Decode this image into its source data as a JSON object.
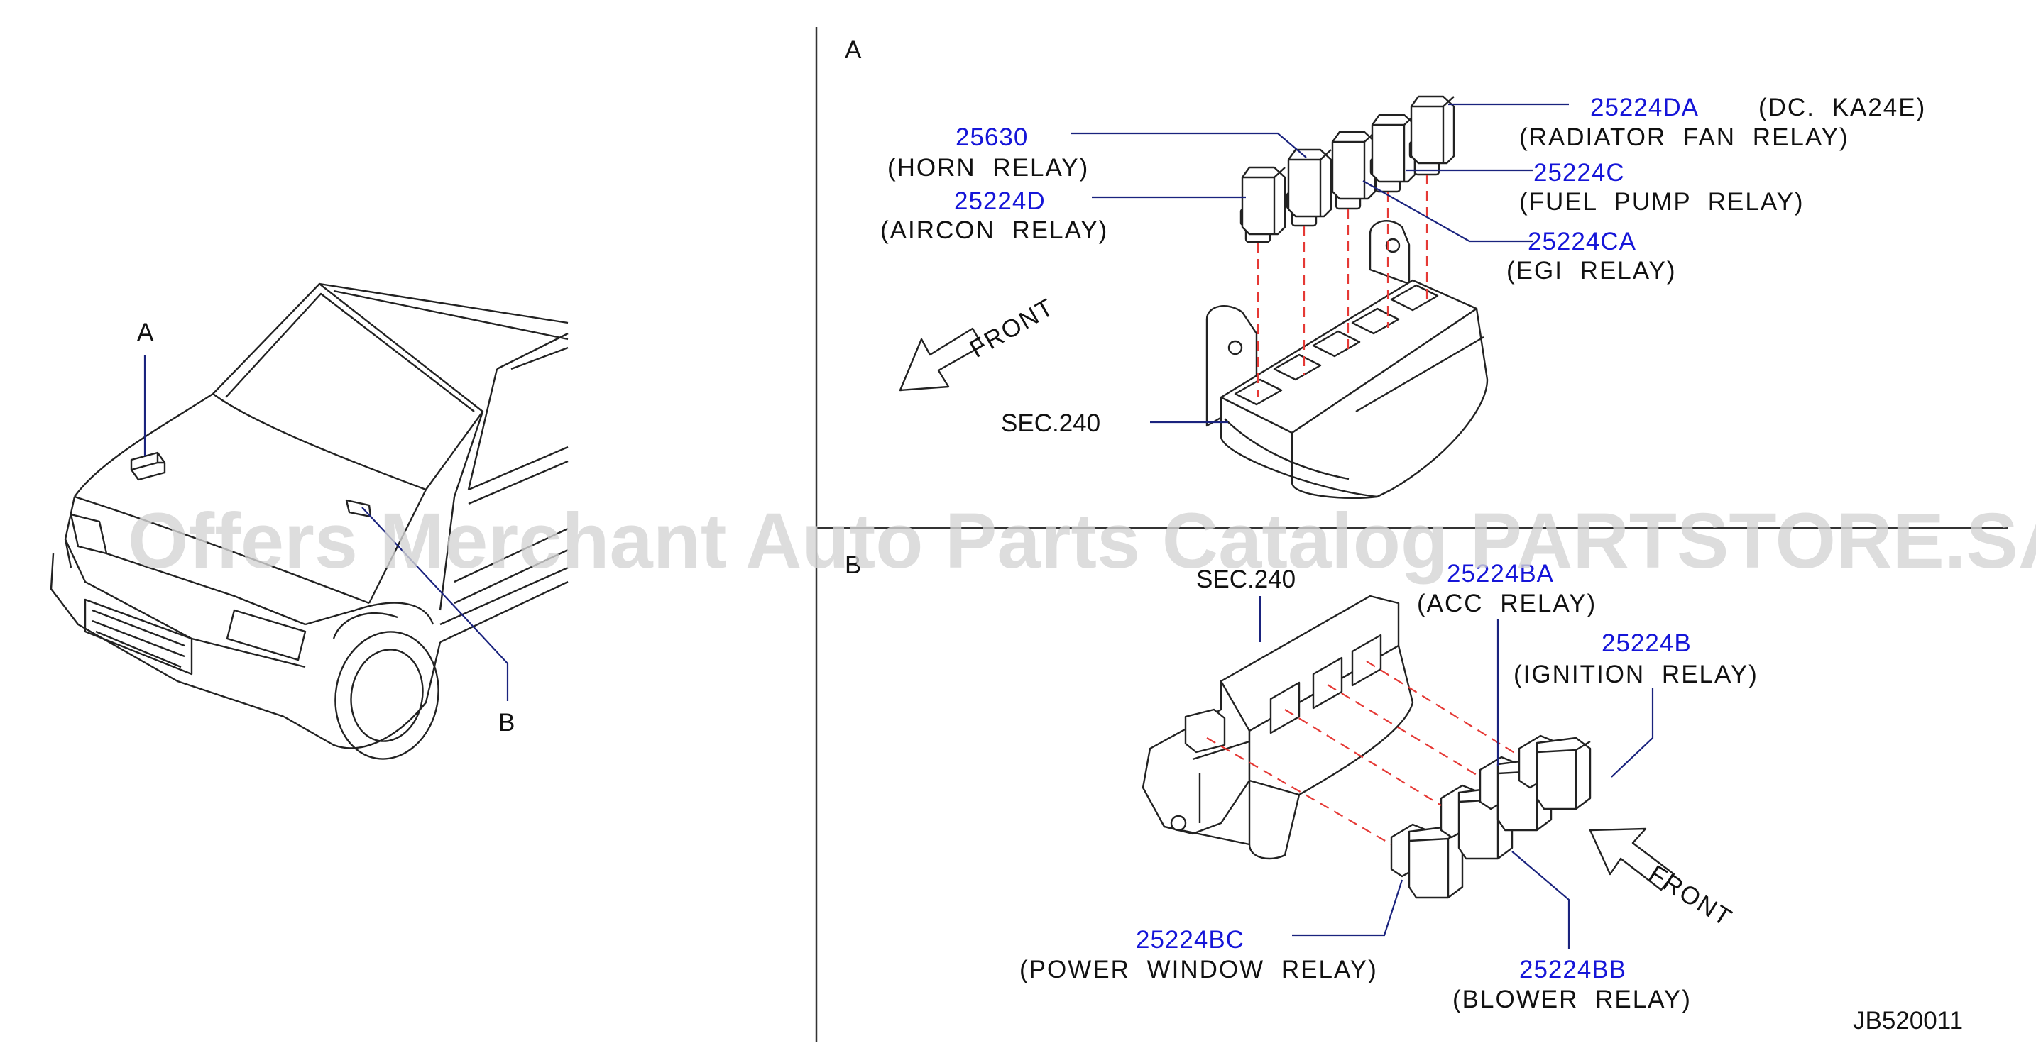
{
  "callouts": {
    "view_a_title": "A",
    "view_b_title": "B",
    "vehicle_a": "A",
    "vehicle_b": "B"
  },
  "view_a": {
    "horn": {
      "part_no": "25630",
      "name": "(HORN  RELAY)"
    },
    "aircon": {
      "part_no": "25224D",
      "name": "(AIRCON  RELAY)"
    },
    "radiator_fan": {
      "part_no": "25224DA",
      "note": "(DC.  KA24E)",
      "name": "(RADIATOR  FAN  RELAY)"
    },
    "fuel_pump": {
      "part_no": "25224C",
      "name": "(FUEL  PUMP  RELAY)"
    },
    "egi": {
      "part_no": "25224CA",
      "name": "(EGI  RELAY)"
    },
    "front": "FRONT",
    "sec": "SEC.240"
  },
  "view_b": {
    "sec": "SEC.240",
    "acc": {
      "part_no": "25224BA",
      "name": "(ACC  RELAY)"
    },
    "ignition": {
      "part_no": "25224B",
      "name": "(IGNITION  RELAY)"
    },
    "front": "FRONT",
    "power_window": {
      "part_no": "25224BC",
      "name": "(POWER  WINDOW  RELAY)"
    },
    "blower": {
      "part_no": "25224BB",
      "name": "(BLOWER  RELAY)"
    }
  },
  "diagram_code": "JB520011",
  "watermark": "Offers Merchant Auto Parts Catalog PARTSTORE.SA",
  "colors": {
    "part_number": "#1515d8",
    "leader": "#1a237e",
    "guide_dash": "#e53935",
    "line": "#222222"
  }
}
